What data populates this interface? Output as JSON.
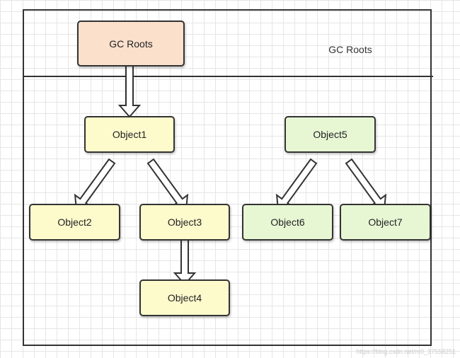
{
  "region_label": "GC Roots",
  "colors": {
    "root_fill": "#fbe0cc",
    "object_fill": "#fdfacc",
    "unreachable_fill": "#e7f7d4",
    "border": "#333333"
  },
  "nodes": [
    {
      "id": "gc-roots-node",
      "label": "GC Roots",
      "kind": "root"
    },
    {
      "id": "object1-node",
      "label": "Object1",
      "kind": "object"
    },
    {
      "id": "object2-node",
      "label": "Object2",
      "kind": "object"
    },
    {
      "id": "object3-node",
      "label": "Object3",
      "kind": "object"
    },
    {
      "id": "object4-node",
      "label": "Object4",
      "kind": "object"
    },
    {
      "id": "object5-node",
      "label": "Object5",
      "kind": "unreachable"
    },
    {
      "id": "object6-node",
      "label": "Object6",
      "kind": "unreachable"
    },
    {
      "id": "object7-node",
      "label": "Object7",
      "kind": "unreachable"
    }
  ],
  "edges": [
    {
      "from": "GC Roots",
      "to": "Object1"
    },
    {
      "from": "Object1",
      "to": "Object2"
    },
    {
      "from": "Object1",
      "to": "Object3"
    },
    {
      "from": "Object3",
      "to": "Object4"
    },
    {
      "from": "Object5",
      "to": "Object6"
    },
    {
      "from": "Object5",
      "to": "Object7"
    }
  ],
  "watermark": "https://blog.csdn.net/m0_37558251"
}
